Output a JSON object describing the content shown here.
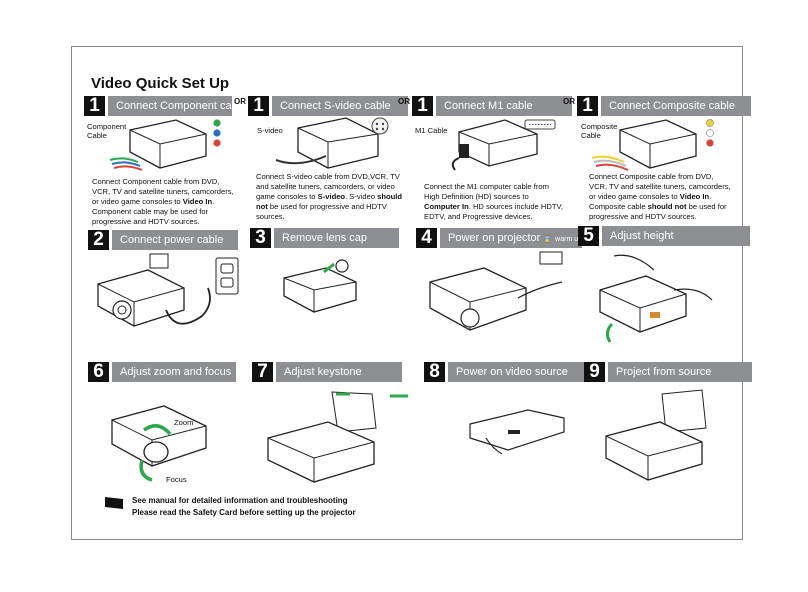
{
  "title": "Video Quick Set Up",
  "or_label": "OR",
  "steps": [
    {
      "num": "1",
      "label": "Connect Component cable"
    },
    {
      "num": "1",
      "label": "Connect S-video cable"
    },
    {
      "num": "1",
      "label": "Connect M1 cable"
    },
    {
      "num": "1",
      "label": "Connect Composite cable"
    },
    {
      "num": "2",
      "label": "Connect power cable"
    },
    {
      "num": "3",
      "label": "Remove lens cap"
    },
    {
      "num": "4",
      "label": "Power on projector",
      "extra": "warm up"
    },
    {
      "num": "5",
      "label": "Adjust height"
    },
    {
      "num": "6",
      "label": "Adjust zoom and focus"
    },
    {
      "num": "7",
      "label": "Adjust keystone"
    },
    {
      "num": "8",
      "label": "Power on video source"
    },
    {
      "num": "9",
      "label": "Project from source"
    }
  ],
  "labels": {
    "component_l1": "Component",
    "component_l2": "Cable",
    "svideo": "S-video",
    "m1": "M1 Cable",
    "composite_l1": "Composite",
    "composite_l2": "Cable",
    "zoom": "Zoom",
    "focus": "Focus"
  },
  "descriptions": {
    "component": {
      "l1": "Connect Component cable from DVD,",
      "l2": "VCR, TV and satellite tuners, camcorders,",
      "l3a": "or video game consoles to ",
      "l3b": "Video In",
      "l3c": ".",
      "l4": "Component cable may be used for",
      "l5": "progressive and HDTV sources."
    },
    "svideo": {
      "l1": "Connect S-video cable from DVD,VCR, TV",
      "l2": "and satellite tuners, camcorders, or video",
      "l3a": "game consoles to ",
      "l3b": "S-video",
      "l3c": ". S-video ",
      "l3d": "should",
      "l4a": "not",
      "l4b": " be used for progressive and HDTV",
      "l5": "sources."
    },
    "m1": {
      "l1": "Connect the M1 computer cable from",
      "l2": "High Definition (HD) sources to",
      "l3a": "Computer In",
      "l3b": ". HD sources include HDTV,",
      "l4": "EDTV, and Progressive devices."
    },
    "composite": {
      "l1": "Connect Composite cable from DVD,",
      "l2": "VCR, TV and satellite tuners, camcorders,",
      "l3a": "or video game consoles to ",
      "l3b": "Video In",
      "l3c": ".",
      "l4a": "Composite cable ",
      "l4b": "should not",
      "l4c": " be used for",
      "l5": "progressive and HDTV sources."
    }
  },
  "footer": {
    "line1": "See manual for detailed information and troubleshooting",
    "line2": "Please read the Safety Card before setting up the projector"
  },
  "colors": {
    "bar": "#8d8f92",
    "component_dots": [
      "#2aa84a",
      "#2a6fc0",
      "#d9443a"
    ],
    "composite_dots": [
      "#f0d030",
      "#ffffff",
      "#d9443a"
    ],
    "arrow": "#2aa84a"
  }
}
